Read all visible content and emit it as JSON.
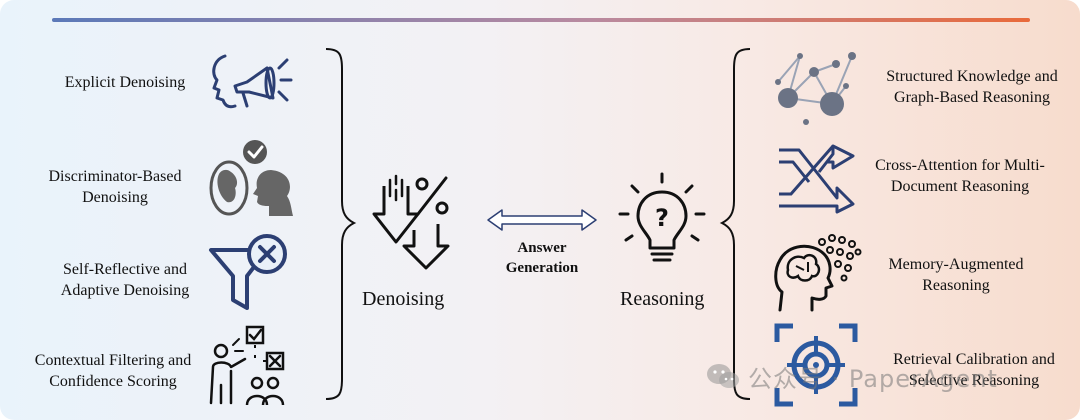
{
  "left": {
    "items": [
      {
        "label1": "Explicit Denoising",
        "label2": ""
      },
      {
        "label1": "Discriminator-Based",
        "label2": "Denoising"
      },
      {
        "label1": "Self-Reflective and",
        "label2": "Adaptive Denoising"
      },
      {
        "label1": "Contextual Filtering and",
        "label2": "Confidence Scoring"
      }
    ]
  },
  "center": {
    "denoising_label": "Denoising",
    "answer_line1": "Answer",
    "answer_line2": "Generation",
    "reasoning_label": "Reasoning"
  },
  "right": {
    "items": [
      {
        "label1": "Structured Knowledge and",
        "label2": "Graph-Based Reasoning"
      },
      {
        "label1": "Cross-Attention for Multi-",
        "label2": "Document Reasoning"
      },
      {
        "label1": "Memory-Augmented",
        "label2": "Reasoning"
      },
      {
        "label1": "Retrieval Calibration and",
        "label2": "Selective Reasoning"
      }
    ]
  },
  "watermark": "公众号 · PaperAgent",
  "colors": {
    "navy": "#2c3f73",
    "dark": "#1a1a1a",
    "accent_line_start": "#5b79b8",
    "accent_line_end": "#e96a3b"
  }
}
